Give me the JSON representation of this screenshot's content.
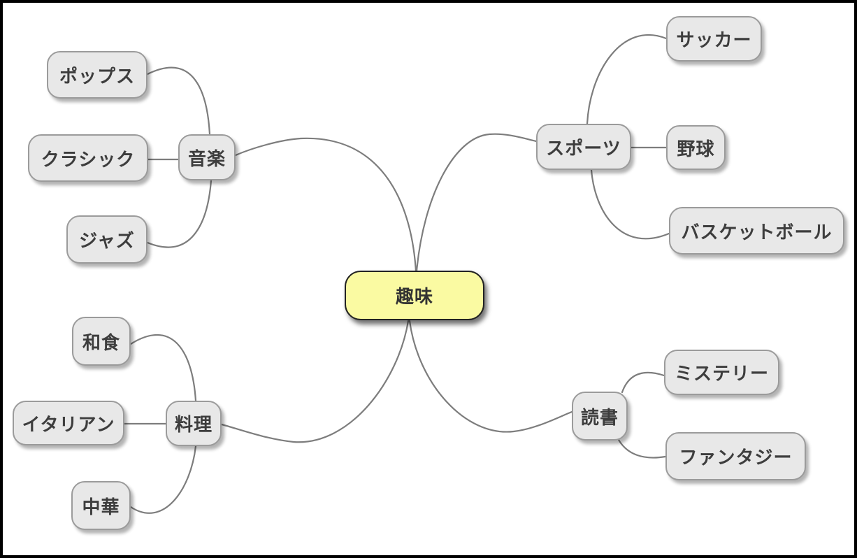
{
  "mindmap": {
    "root": {
      "label": "趣味"
    },
    "branches": [
      {
        "label": "音楽",
        "children": [
          {
            "label": "ポップス"
          },
          {
            "label": "クラシック"
          },
          {
            "label": "ジャズ"
          }
        ]
      },
      {
        "label": "スポーツ",
        "children": [
          {
            "label": "サッカー"
          },
          {
            "label": "野球"
          },
          {
            "label": "バスケットボール"
          }
        ]
      },
      {
        "label": "料理",
        "children": [
          {
            "label": "和食"
          },
          {
            "label": "イタリアン"
          },
          {
            "label": "中華"
          }
        ]
      },
      {
        "label": "読書",
        "children": [
          {
            "label": "ミステリー"
          },
          {
            "label": "ファンタジー"
          }
        ]
      }
    ]
  },
  "colors": {
    "root_fill": "#fafaa2",
    "root_border": "#222222",
    "node_fill": "#e8e8e8",
    "node_border": "#9b9b9b",
    "node_text": "#3d3d3d",
    "edge": "#7d7d7d",
    "frame": "#000000",
    "background": "#ffffff"
  }
}
